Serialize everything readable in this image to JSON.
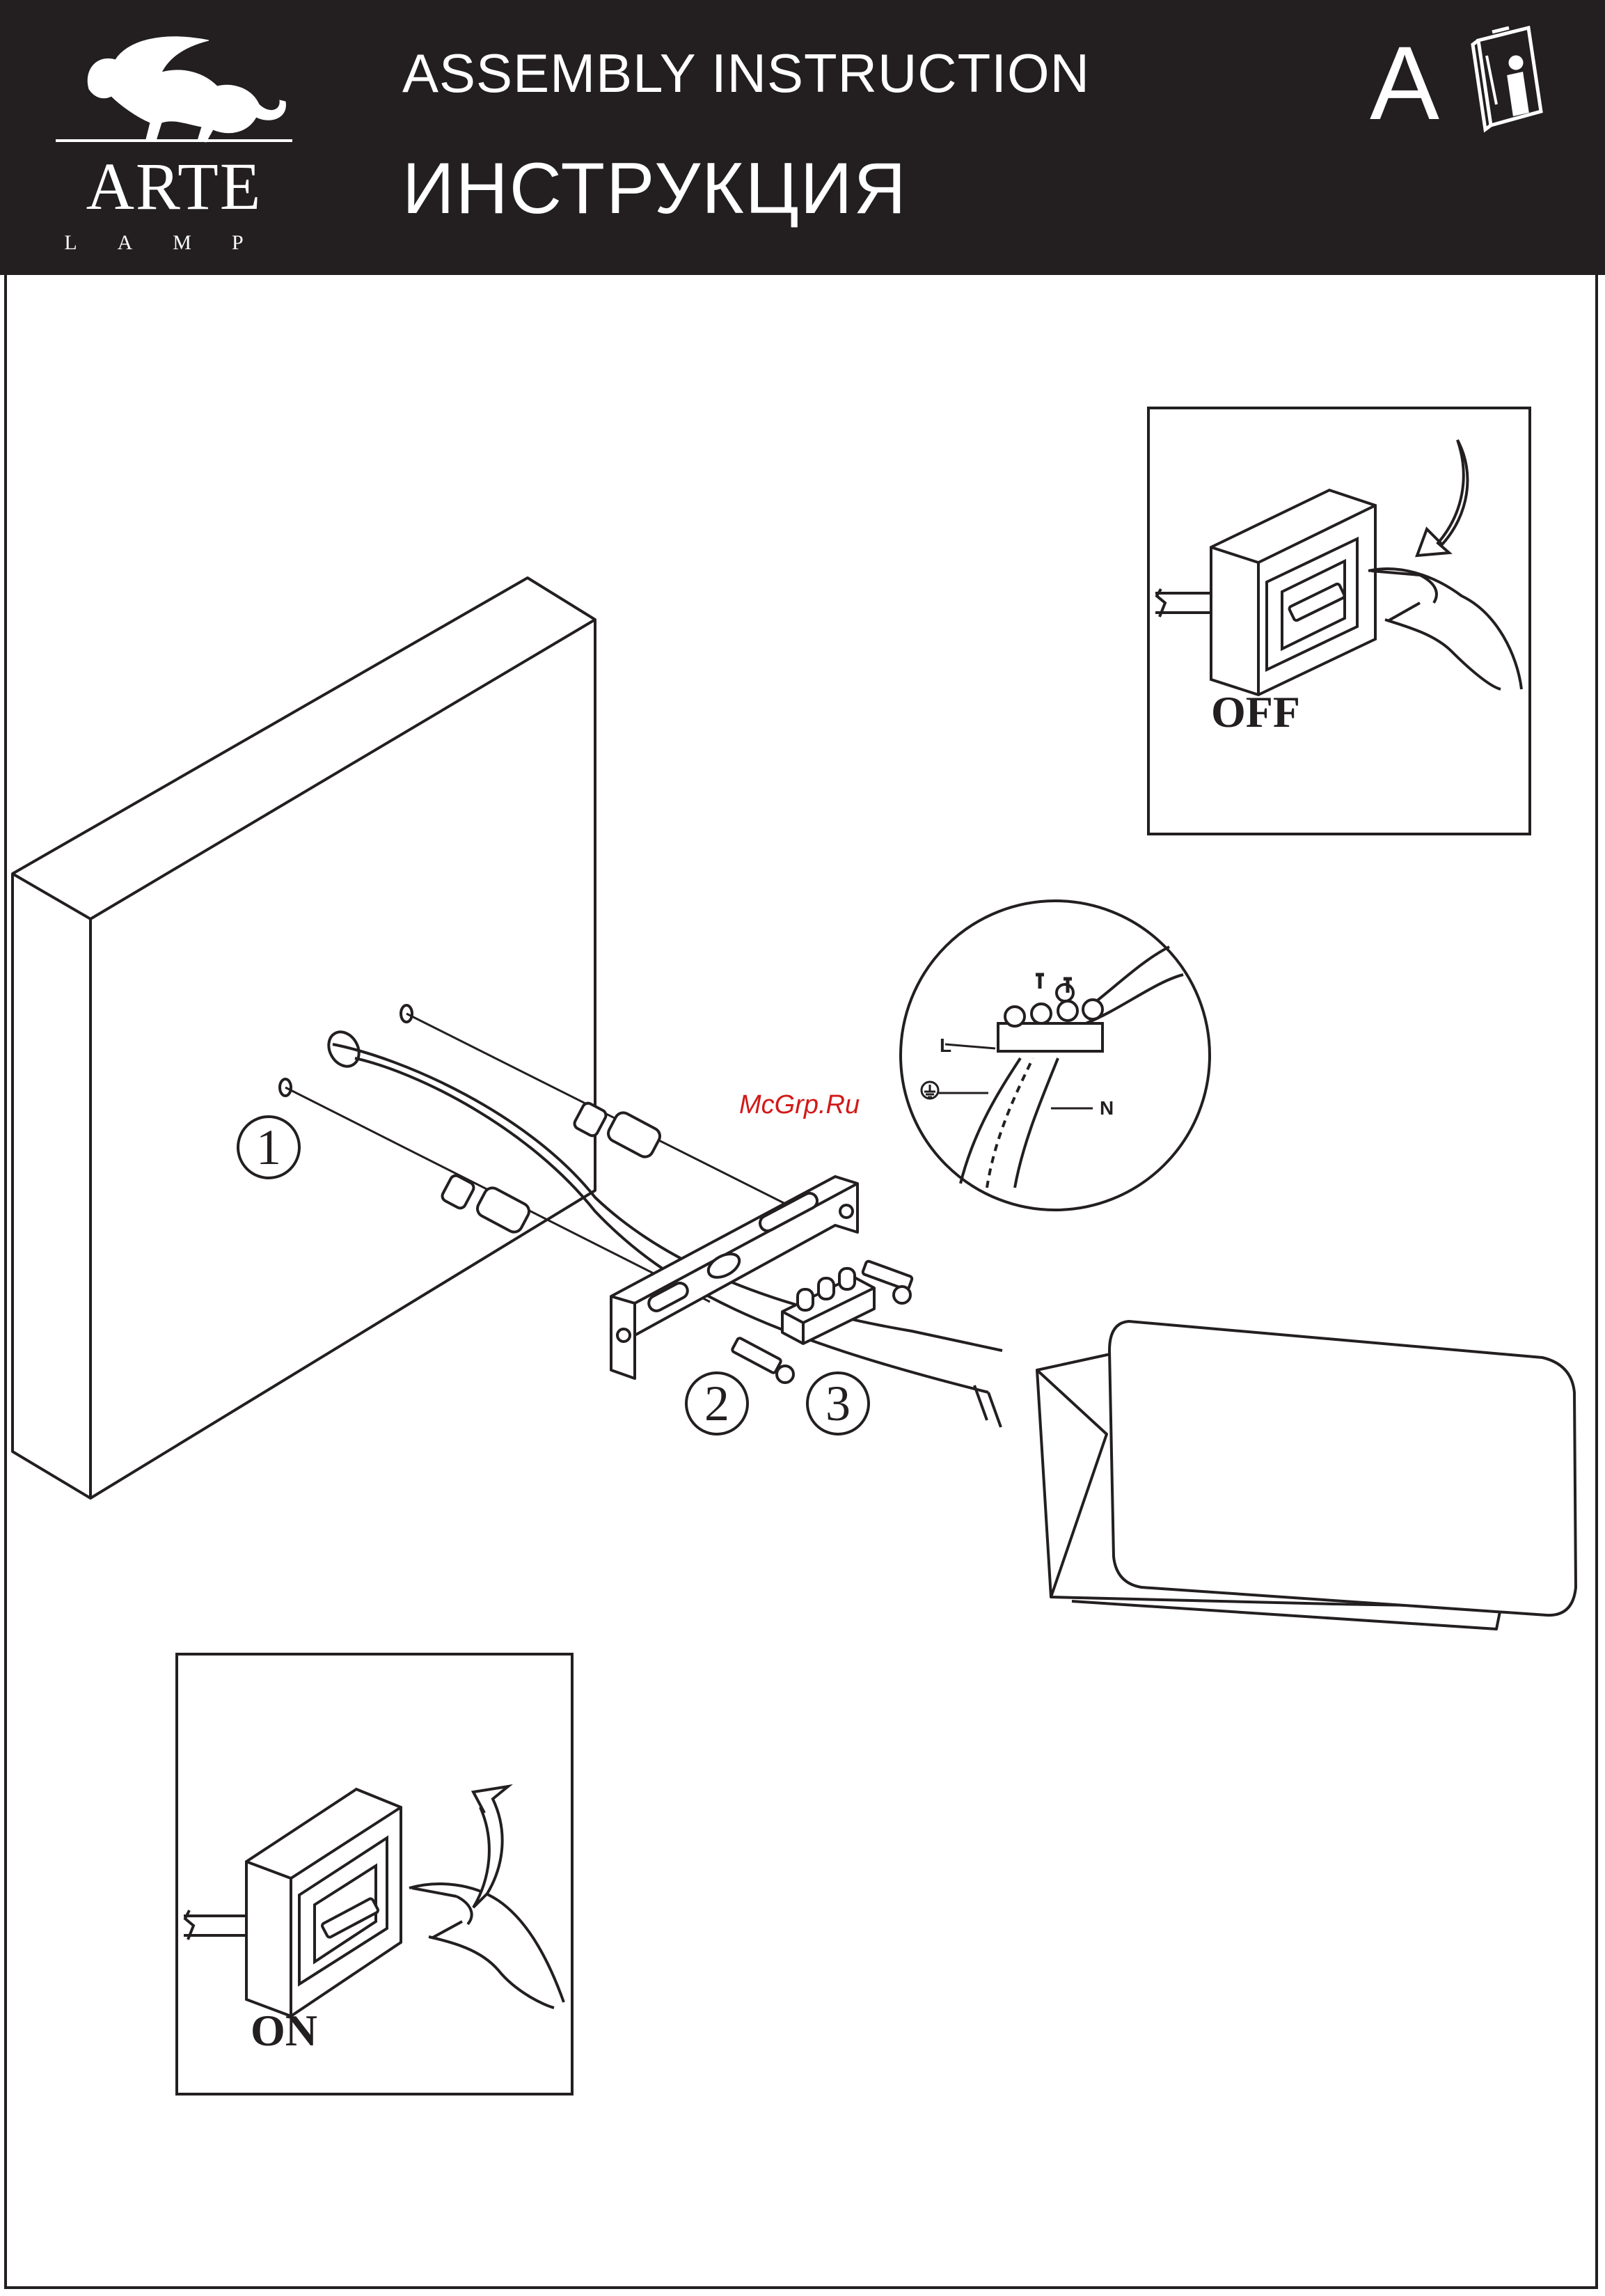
{
  "header": {
    "brand_name": "ARTE",
    "brand_sub": "LAMP",
    "title_en": "ASSEMBLY  INSTRUCTION",
    "title_ru": "ИНСТРУКЦИЯ",
    "doc_letter": "A",
    "info_icon": "manual-info-icon"
  },
  "panels": {
    "off_label": "OFF",
    "on_label": "ON"
  },
  "steps": [
    "1",
    "2",
    "3"
  ],
  "wiring": {
    "live_label": "L",
    "neutral_label": "N",
    "earth_icon": "earth-ground-icon"
  },
  "watermark": "McGrp.Ru",
  "colors": {
    "header_bg": "#231f20",
    "ink": "#231f20",
    "watermark": "#d21919"
  }
}
